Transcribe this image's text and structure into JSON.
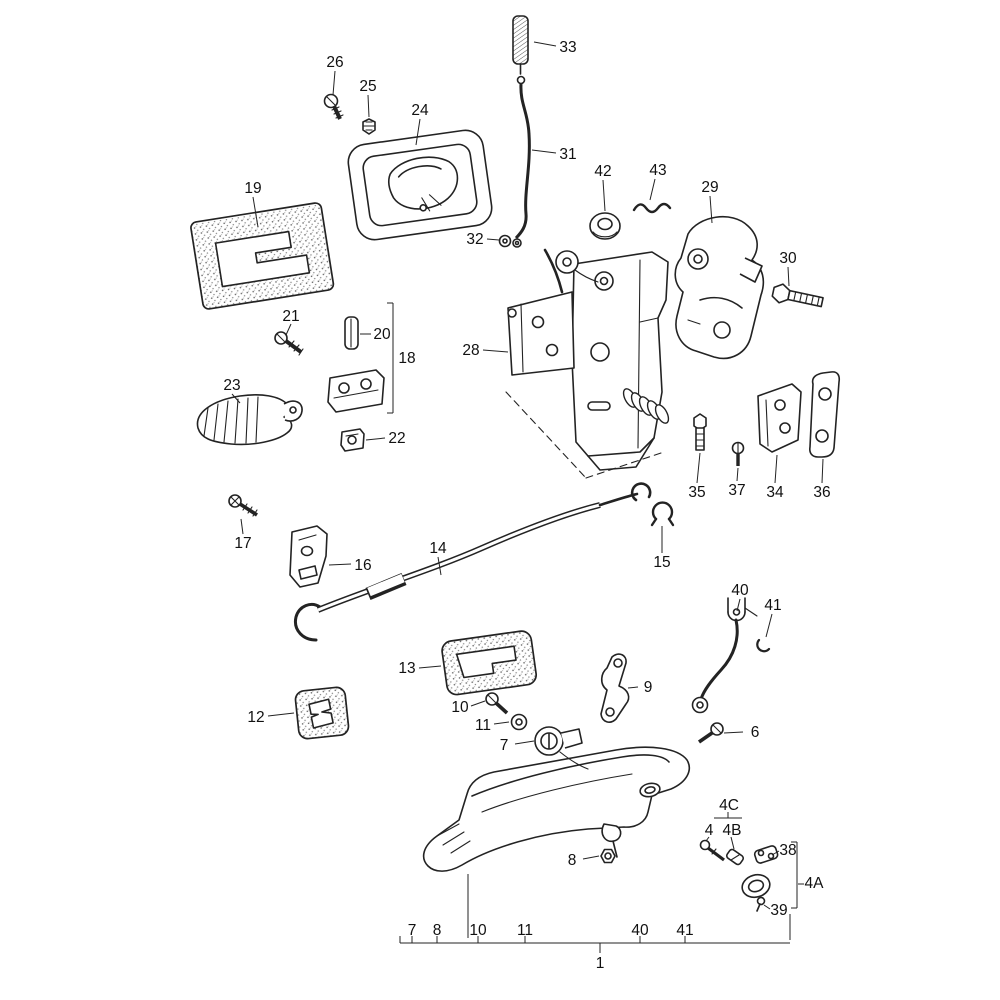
{
  "canvas": {
    "background": "#ffffff",
    "line_color": "#232323"
  },
  "labels": {
    "p33": "33",
    "p26": "26",
    "p25": "25",
    "p24": "24",
    "p19": "19",
    "p31": "31",
    "p42": "42",
    "p43": "43",
    "p29": "29",
    "p30": "30",
    "p32": "32",
    "p21": "21",
    "p20": "20",
    "p18": "18",
    "p28": "28",
    "p23": "23",
    "p22": "22",
    "p35": "35",
    "p37": "37",
    "p34": "34",
    "p36": "36",
    "p17": "17",
    "p16": "16",
    "p14": "14",
    "p15": "15",
    "p40": "40",
    "p41": "41",
    "p13": "13",
    "p12": "12",
    "p10": "10",
    "p11": "11",
    "p9": "9",
    "p7": "7",
    "p6": "6",
    "p8": "8",
    "p4c": "4C",
    "p4": "4",
    "p4b": "4B",
    "p38": "38",
    "p4a": "4A",
    "p39": "39"
  },
  "footer": {
    "items": [
      "7",
      "8",
      "10",
      "11",
      "40",
      "41"
    ],
    "assembly": "1"
  }
}
